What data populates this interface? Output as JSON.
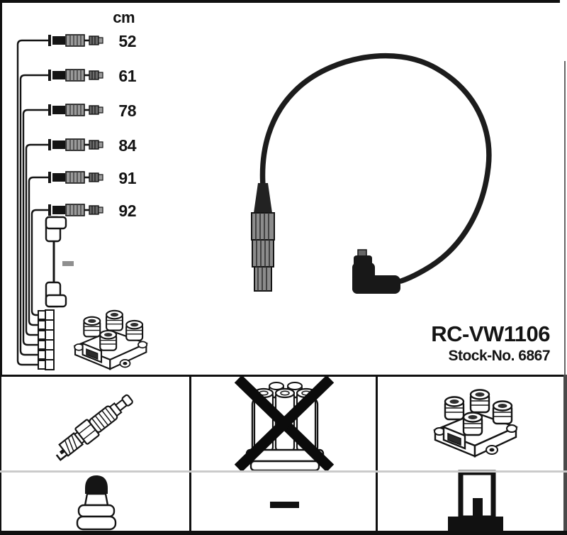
{
  "product": {
    "part_number": "RC-VW1106",
    "stock_no": "Stock-No. 6867"
  },
  "length_diagram": {
    "unit_label": "cm",
    "cable_lengths": [
      "52",
      "61",
      "78",
      "84",
      "91",
      "92"
    ],
    "coil_cable_length_dash": "–",
    "cable_count": 6,
    "coil_icon": "ignition-coil-icon",
    "connector_bundle_icon": "multi-connector-bundle-icon",
    "coil_cable_icon": "coil-cable-with-elbow-boots-icon"
  },
  "main_illustration": {
    "icon": "ignition-lead-icon",
    "parts": [
      "straight-plug-boot",
      "cable-loop",
      "right-angle-coil-connector"
    ]
  },
  "legend_grid": {
    "row1": [
      {
        "icon": "spark-plug-icon",
        "crossed_out": false
      },
      {
        "icon": "distributor-cap-icon",
        "crossed_out": true
      },
      {
        "icon": "ignition-coil-icon",
        "crossed_out": false
      }
    ],
    "row2": [
      {
        "icon": "plug-boot-icon",
        "crossed_out": false
      },
      {
        "icon": "dash-icon",
        "crossed_out": false
      },
      {
        "icon": "coil-terminal-icon",
        "crossed_out": false
      }
    ]
  },
  "colors": {
    "ink": "#141414",
    "boot_grey": "#8c8c8c",
    "divider_grey": "#cbcbcb",
    "background": "#ffffff"
  }
}
